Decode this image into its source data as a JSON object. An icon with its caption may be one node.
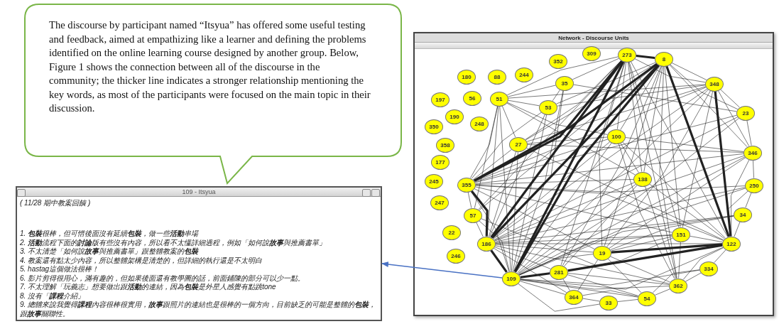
{
  "diagram": {
    "nodes": [
      {
        "text": [
          "The discourse by participant named “Itsyua” has offered some useful testing and feedback, aimed at empathizing like a learner and defining the problems identified on the online learning course designed by another group. Below, Figure 1 shows the connection between all of the discourse in the community; the thicker line indicates a stronger relationship mentioning the key words, as most of the participants were focused on the main topic in their discussion."
        ]
      },
      {
        "text": [
          "109 - Itsyua",
          "( 11/28 期中教案回饋 )",
          "1. **包裝**很棒，但可惜後面沒有延續**包裝**，做一些**活動**串場",
          "2. **活動**流程下面的**討論**版有些沒有內容，所以看不太懂詳細過程，例如「如何說**故事**與推薦書單」",
          "3. 不太清楚「如何說**故事**與推薦書單」跟整體教案的**包裝**",
          "4. 教案還有點太少內容，所以整體架構是清楚的，但詳細的執行還是不太明白",
          "5. hastag這個做法很棒！",
          "6. 影片剪得很用心，滿有趣的，但如果後面還有教學圖的話，前面鋪陳的部分可以少一點。",
          "7. 不太理解「玩義志」想要做出跟**活動**的連結，因為**包裝**是外星人感覺有點跳tone",
          "8. 沒有「**課程**介紹」",
          "9. 總體來說我覺得**課程**內容很棒很實用，**故事**跟照片的連結也是很棒的一個方向，目前缺乏的可能是整體的**包裝**，跟**故事**關聯性。"
        ]
      },
      {
        "text": [
          "Network - Discourse Units"
        ]
      },
      {
        "text": [
          "352"
        ],
        "in": 2
      },
      {
        "text": [
          "309"
        ],
        "in": 2
      },
      {
        "text": [
          "273"
        ],
        "in": 2
      },
      {
        "text": [
          "8"
        ],
        "in": 2
      },
      {
        "text": [
          "180"
        ],
        "in": 2
      },
      {
        "text": [
          "88"
        ],
        "in": 2
      },
      {
        "text": [
          "244"
        ],
        "in": 2
      },
      {
        "text": [
          "35"
        ],
        "in": 2
      },
      {
        "text": [
          "348"
        ],
        "in": 2
      },
      {
        "text": [
          "197"
        ],
        "in": 2
      },
      {
        "text": [
          "56"
        ],
        "in": 2
      },
      {
        "text": [
          "51"
        ],
        "in": 2
      },
      {
        "text": [
          "53"
        ],
        "in": 2
      },
      {
        "text": [
          "23"
        ],
        "in": 2
      },
      {
        "text": [
          "350"
        ],
        "in": 2
      },
      {
        "text": [
          "190"
        ],
        "in": 2
      },
      {
        "text": [
          "248"
        ],
        "in": 2
      },
      {
        "text": [
          "358"
        ],
        "in": 2
      },
      {
        "text": [
          "27"
        ],
        "in": 2
      },
      {
        "text": [
          "100"
        ],
        "in": 2
      },
      {
        "text": [
          "346"
        ],
        "in": 2
      },
      {
        "text": [
          "177"
        ],
        "in": 2
      },
      {
        "text": [
          "245"
        ],
        "in": 2
      },
      {
        "text": [
          "355"
        ],
        "in": 2
      },
      {
        "text": [
          "138"
        ],
        "in": 2
      },
      {
        "text": [
          "250"
        ],
        "in": 2
      },
      {
        "text": [
          "247"
        ],
        "in": 2
      },
      {
        "text": [
          "57"
        ],
        "in": 2
      },
      {
        "text": [
          "34"
        ],
        "in": 2
      },
      {
        "text": [
          "22"
        ],
        "in": 2
      },
      {
        "text": [
          "186"
        ],
        "in": 2
      },
      {
        "text": [
          "151"
        ],
        "in": 2
      },
      {
        "text": [
          "122"
        ],
        "in": 2
      },
      {
        "text": [
          "246"
        ],
        "in": 2
      },
      {
        "text": [
          "19"
        ],
        "in": 2
      },
      {
        "text": [
          "109"
        ],
        "in": 2
      },
      {
        "text": [
          "281"
        ],
        "in": 2
      },
      {
        "text": [
          "334"
        ],
        "in": 2
      },
      {
        "text": [
          "364"
        ],
        "in": 2
      },
      {
        "text": [
          "33"
        ],
        "in": 2
      },
      {
        "text": [
          "54"
        ],
        "in": 2
      },
      {
        "text": [
          "362"
        ],
        "in": 2
      }
    ],
    "edges": [
      {
        "from": 38,
        "to": 1,
        "arrow": "to",
        "color": "#4a72c4"
      },
      {
        "from": 5,
        "to": 6,
        "arrow": "none",
        "style": "thick"
      },
      {
        "from": 5,
        "to": 14,
        "arrow": "none"
      },
      {
        "from": 5,
        "to": 10,
        "arrow": "none"
      },
      {
        "from": 5,
        "to": 11,
        "arrow": "none"
      },
      {
        "from": 5,
        "to": 22,
        "arrow": "none"
      },
      {
        "from": 5,
        "to": 27,
        "arrow": "none"
      },
      {
        "from": 5,
        "to": 38,
        "arrow": "none",
        "style": "thick"
      },
      {
        "from": 5,
        "to": 33,
        "arrow": "none",
        "style": "thick"
      },
      {
        "from": 5,
        "to": 26,
        "arrow": "none",
        "style": "thick"
      },
      {
        "from": 5,
        "to": 21,
        "arrow": "none"
      },
      {
        "from": 5,
        "to": 35,
        "arrow": "none"
      },
      {
        "from": 5,
        "to": 44,
        "arrow": "none"
      },
      {
        "from": 5,
        "to": 37,
        "arrow": "none"
      },
      {
        "from": 5,
        "to": 39,
        "arrow": "none"
      },
      {
        "from": 5,
        "to": 34,
        "arrow": "none"
      },
      {
        "from": 5,
        "to": 30,
        "arrow": "none"
      },
      {
        "from": 6,
        "to": 11,
        "arrow": "none"
      },
      {
        "from": 6,
        "to": 38,
        "arrow": "none",
        "style": "thick"
      },
      {
        "from": 6,
        "to": 33,
        "arrow": "none",
        "style": "thick"
      },
      {
        "from": 6,
        "to": 26,
        "arrow": "none",
        "style": "thick"
      },
      {
        "from": 6,
        "to": 35,
        "arrow": "none",
        "style": "thick"
      },
      {
        "from": 6,
        "to": 22,
        "arrow": "none"
      },
      {
        "from": 6,
        "to": 27,
        "arrow": "none"
      },
      {
        "from": 6,
        "to": 21,
        "arrow": "none"
      },
      {
        "from": 6,
        "to": 39,
        "arrow": "none"
      },
      {
        "from": 6,
        "to": 37,
        "arrow": "none"
      },
      {
        "from": 6,
        "to": 34,
        "arrow": "none"
      },
      {
        "from": 6,
        "to": 44,
        "arrow": "none"
      },
      {
        "from": 6,
        "to": 16,
        "arrow": "none"
      },
      {
        "from": 6,
        "to": 23,
        "arrow": "none"
      },
      {
        "from": 6,
        "to": 30,
        "arrow": "none"
      },
      {
        "from": 6,
        "to": 15,
        "arrow": "none"
      },
      {
        "from": 14,
        "to": 10,
        "arrow": "none"
      },
      {
        "from": 14,
        "to": 15,
        "arrow": "none"
      },
      {
        "from": 14,
        "to": 21,
        "arrow": "none"
      },
      {
        "from": 14,
        "to": 26,
        "arrow": "none"
      },
      {
        "from": 14,
        "to": 33,
        "arrow": "none"
      },
      {
        "from": 14,
        "to": 38,
        "arrow": "none"
      },
      {
        "from": 14,
        "to": 22,
        "arrow": "none"
      },
      {
        "from": 14,
        "to": 11,
        "arrow": "none"
      },
      {
        "from": 14,
        "to": 30,
        "arrow": "none"
      },
      {
        "from": 14,
        "to": 27,
        "arrow": "none"
      },
      {
        "from": 10,
        "to": 15,
        "arrow": "none"
      },
      {
        "from": 10,
        "to": 33,
        "arrow": "none"
      },
      {
        "from": 10,
        "to": 38,
        "arrow": "none"
      },
      {
        "from": 10,
        "to": 16,
        "arrow": "none"
      },
      {
        "from": 11,
        "to": 16,
        "arrow": "none"
      },
      {
        "from": 11,
        "to": 23,
        "arrow": "none"
      },
      {
        "from": 11,
        "to": 35,
        "arrow": "none",
        "style": "thick"
      },
      {
        "from": 11,
        "to": 33,
        "arrow": "none"
      },
      {
        "from": 11,
        "to": 38,
        "arrow": "none"
      },
      {
        "from": 11,
        "to": 26,
        "arrow": "none"
      },
      {
        "from": 11,
        "to": 34,
        "arrow": "none"
      },
      {
        "from": 11,
        "to": 37,
        "arrow": "none"
      },
      {
        "from": 11,
        "to": 21,
        "arrow": "none"
      },
      {
        "from": 11,
        "to": 15,
        "arrow": "none"
      },
      {
        "from": 16,
        "to": 23,
        "arrow": "none"
      },
      {
        "from": 16,
        "to": 33,
        "arrow": "none"
      },
      {
        "from": 16,
        "to": 26,
        "arrow": "none"
      },
      {
        "from": 16,
        "to": 38,
        "arrow": "none"
      },
      {
        "from": 15,
        "to": 38,
        "arrow": "none"
      },
      {
        "from": 15,
        "to": 33,
        "arrow": "none"
      },
      {
        "from": 15,
        "to": 26,
        "arrow": "none"
      },
      {
        "from": 22,
        "to": 38,
        "arrow": "none"
      },
      {
        "from": 22,
        "to": 33,
        "arrow": "none"
      },
      {
        "from": 22,
        "to": 27,
        "arrow": "none"
      },
      {
        "from": 22,
        "to": 44,
        "arrow": "none"
      },
      {
        "from": 22,
        "to": 35,
        "arrow": "none"
      },
      {
        "from": 22,
        "to": 26,
        "arrow": "none"
      },
      {
        "from": 22,
        "to": 21,
        "arrow": "none"
      },
      {
        "from": 22,
        "to": 23,
        "arrow": "none"
      },
      {
        "from": 21,
        "to": 26,
        "arrow": "none"
      },
      {
        "from": 21,
        "to": 33,
        "arrow": "none"
      },
      {
        "from": 21,
        "to": 38,
        "arrow": "none"
      },
      {
        "from": 21,
        "to": 35,
        "arrow": "none"
      },
      {
        "from": 21,
        "to": 23,
        "arrow": "none"
      },
      {
        "from": 23,
        "to": 26,
        "arrow": "none"
      },
      {
        "from": 23,
        "to": 33,
        "arrow": "none"
      },
      {
        "from": 23,
        "to": 35,
        "arrow": "none"
      },
      {
        "from": 23,
        "to": 28,
        "arrow": "none"
      },
      {
        "from": 23,
        "to": 38,
        "arrow": "none"
      },
      {
        "from": 23,
        "to": 37,
        "arrow": "none"
      },
      {
        "from": 27,
        "to": 38,
        "arrow": "none"
      },
      {
        "from": 27,
        "to": 33,
        "arrow": "none"
      },
      {
        "from": 27,
        "to": 44,
        "arrow": "none"
      },
      {
        "from": 27,
        "to": 35,
        "arrow": "none"
      },
      {
        "from": 27,
        "to": 26,
        "arrow": "none"
      },
      {
        "from": 27,
        "to": 39,
        "arrow": "none"
      },
      {
        "from": 26,
        "to": 30,
        "arrow": "none"
      },
      {
        "from": 26,
        "to": 33,
        "arrow": "none",
        "style": "thick"
      },
      {
        "from": 26,
        "to": 38,
        "arrow": "none"
      },
      {
        "from": 26,
        "to": 28,
        "arrow": "none"
      },
      {
        "from": 26,
        "to": 34,
        "arrow": "none"
      },
      {
        "from": 26,
        "to": 35,
        "arrow": "none"
      },
      {
        "from": 26,
        "to": 37,
        "arrow": "none"
      },
      {
        "from": 28,
        "to": 33,
        "arrow": "none"
      },
      {
        "from": 28,
        "to": 35,
        "arrow": "none"
      },
      {
        "from": 28,
        "to": 31,
        "arrow": "none"
      },
      {
        "from": 28,
        "to": 38,
        "arrow": "none"
      },
      {
        "from": 30,
        "to": 33,
        "arrow": "none"
      },
      {
        "from": 30,
        "to": 38,
        "arrow": "none"
      },
      {
        "from": 30,
        "to": 35,
        "arrow": "none"
      },
      {
        "from": 31,
        "to": 35,
        "arrow": "none"
      },
      {
        "from": 31,
        "to": 38,
        "arrow": "none"
      },
      {
        "from": 31,
        "to": 33,
        "arrow": "none"
      },
      {
        "from": 31,
        "to": 37,
        "arrow": "none"
      },
      {
        "from": 34,
        "to": 35,
        "arrow": "none"
      },
      {
        "from": 34,
        "to": 37,
        "arrow": "none"
      },
      {
        "from": 34,
        "to": 38,
        "arrow": "none"
      },
      {
        "from": 34,
        "to": 44,
        "arrow": "none"
      },
      {
        "from": 34,
        "to": 33,
        "arrow": "none"
      },
      {
        "from": 34,
        "to": 39,
        "arrow": "none"
      },
      {
        "from": 33,
        "to": 38,
        "arrow": "none",
        "style": "thick"
      },
      {
        "from": 33,
        "to": 35,
        "arrow": "none"
      },
      {
        "from": 33,
        "to": 37,
        "arrow": "none"
      },
      {
        "from": 33,
        "to": 39,
        "arrow": "none"
      },
      {
        "from": 33,
        "to": 41,
        "arrow": "none"
      },
      {
        "from": 33,
        "to": 44,
        "arrow": "none"
      },
      {
        "from": 35,
        "to": 37,
        "arrow": "none",
        "style": "thick"
      },
      {
        "from": 35,
        "to": 39,
        "arrow": "none",
        "style": "thick"
      },
      {
        "from": 35,
        "to": 40,
        "arrow": "none"
      },
      {
        "from": 35,
        "to": 44,
        "arrow": "none"
      },
      {
        "from": 35,
        "to": 38,
        "arrow": "none"
      },
      {
        "from": 37,
        "to": 38,
        "arrow": "none"
      },
      {
        "from": 37,
        "to": 44,
        "arrow": "none"
      },
      {
        "from": 37,
        "to": 41,
        "arrow": "none"
      },
      {
        "from": 37,
        "to": 43,
        "arrow": "none"
      },
      {
        "from": 38,
        "to": 39,
        "arrow": "none",
        "style": "thick"
      },
      {
        "from": 38,
        "to": 41,
        "arrow": "none"
      },
      {
        "from": 38,
        "to": 42,
        "arrow": "none"
      },
      {
        "from": 38,
        "to": 44,
        "arrow": "none"
      },
      {
        "from": 38,
        "to": 43,
        "arrow": "none"
      },
      {
        "from": 38,
        "to": 40,
        "arrow": "none"
      },
      {
        "from": 39,
        "to": 41,
        "arrow": "none"
      },
      {
        "from": 39,
        "to": 44,
        "arrow": "none"
      },
      {
        "from": 39,
        "to": 43,
        "arrow": "none"
      },
      {
        "from": 40,
        "to": 44,
        "arrow": "none"
      },
      {
        "from": 40,
        "to": 43,
        "arrow": "none"
      },
      {
        "from": 41,
        "to": 43,
        "arrow": "none"
      },
      {
        "from": 41,
        "to": 42,
        "arrow": "none"
      },
      {
        "from": 42,
        "to": 43,
        "arrow": "none"
      },
      {
        "from": 43,
        "to": 44,
        "arrow": "none"
      }
    ]
  }
}
